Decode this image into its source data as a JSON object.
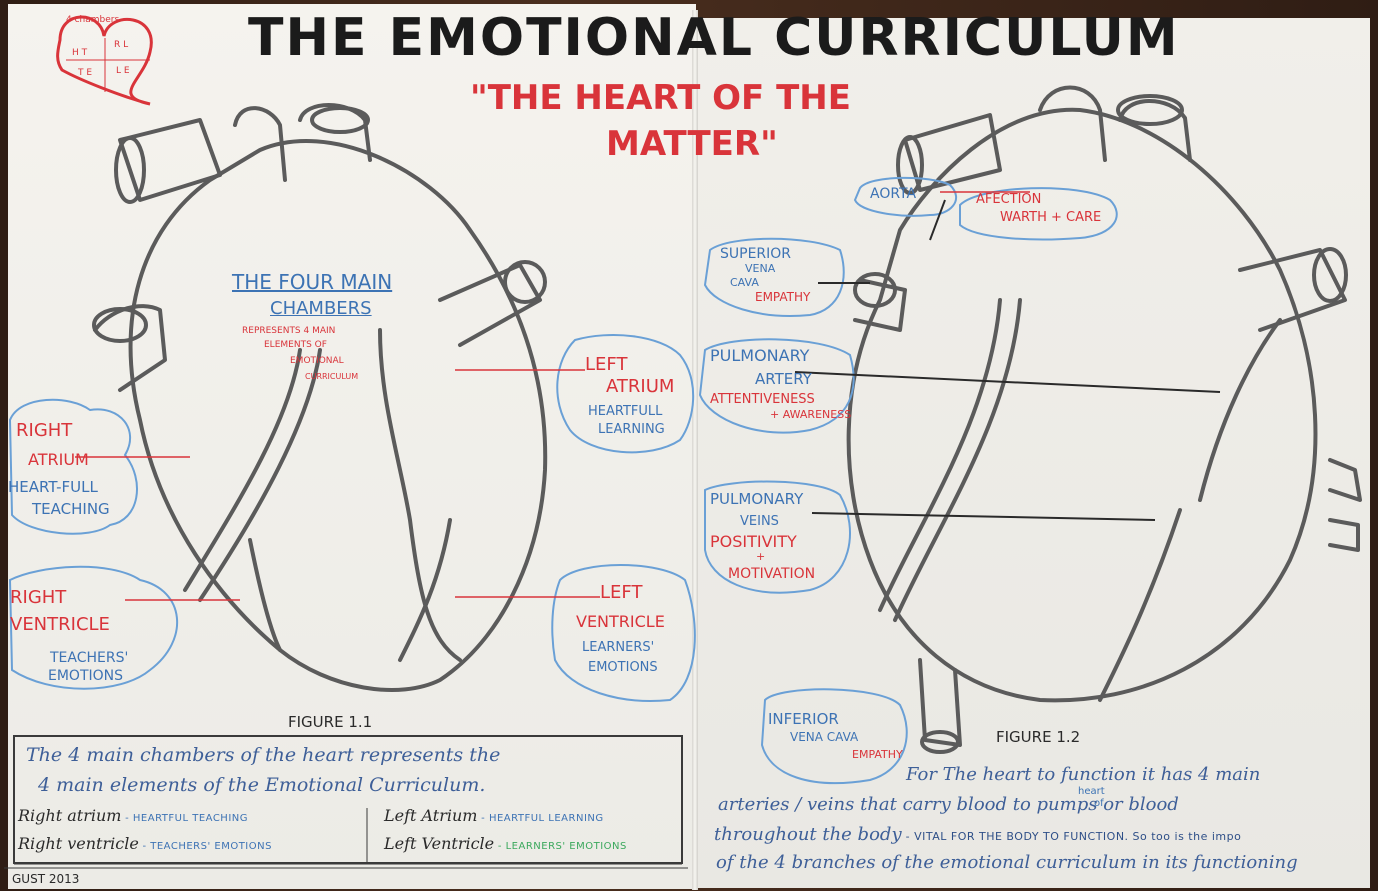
{
  "corner_heart": {
    "line1": "4 chambers",
    "cells": [
      "H T",
      "R L",
      "T E",
      "L E"
    ]
  },
  "title": "THE EMOTIONAL CURRICULUM",
  "subtitle_line1": "\"THE HEART OF THE",
  "subtitle_line2": "MATTER\"",
  "left_heart": {
    "chambers_title_1": "THE FOUR MAIN",
    "chambers_title_2": "CHAMBERS",
    "chambers_note": [
      "REPRESENTS 4 MAIN",
      "ELEMENTS OF",
      "EMOTIONAL",
      "CURRICULUM"
    ],
    "right_atrium": {
      "title": "RIGHT",
      "title2": "ATRIUM",
      "desc1": "HEART-FULL",
      "desc2": "TEACHING"
    },
    "right_ventricle": {
      "title": "RIGHT",
      "title2": "VENTRICLE",
      "desc1": "TEACHERS'",
      "desc2": "EMOTIONS"
    },
    "left_atrium": {
      "title": "LEFT",
      "title2": "ATRIUM",
      "desc1": "HEARTFULL",
      "desc2": "LEARNING"
    },
    "left_ventricle": {
      "title": "LEFT",
      "title2": "VENTRICLE",
      "desc1": "LEARNERS'",
      "desc2": "EMOTIONS"
    },
    "figure_label": "FIGURE 1.1"
  },
  "right_heart": {
    "aorta": "AORTA",
    "aorta_note1": "AFECTION",
    "aorta_note2": "WARTH + CARE",
    "svc_1": "SUPERIOR",
    "svc_2": "VENA",
    "svc_3": "CAVA",
    "svc_note": "EMPATHY",
    "pa_1": "PULMONARY",
    "pa_2": "ARTERY",
    "pa_note1": "ATTENTIVENESS",
    "pa_note2": "+ AWARENESS",
    "pv_1": "PULMONARY",
    "pv_2": "VEINS",
    "pv_note1": "POSITIVITY",
    "pv_plus": "+",
    "pv_note2": "MOTIVATION",
    "ivc_1": "INFERIOR",
    "ivc_2": "VENA CAVA",
    "ivc_note": "EMPATHY",
    "figure_label": "FIGURE 1.2"
  },
  "box_notes": {
    "line1": "The 4 main chambers of the heart represents the",
    "line2": "4 main elements of the     Emotional Curriculum.",
    "row3_left_a": "Right atrium",
    "row3_left_b": " - HEARTFUL TEACHING",
    "row3_right_a": "Left Atrium",
    "row3_right_b": " - HEARTFUL LEARNING",
    "row4_left_a": "Right ventricle",
    "row4_left_b": " - TEACHERS' EMOTIONS",
    "row4_right_a": "Left Ventricle",
    "row4_right_b": " - LEARNERS' EMOTIONS"
  },
  "footer_left": "GUST 2013",
  "right_notes": {
    "line1": "For The heart to function it has 4 main",
    "line2": "arteries / veins  that carry blood to     pumps  or  blood",
    "insert_word": "heart",
    "insert_of": "of",
    "line3a": "throughout  the body",
    "line3b": " - VITAL FOR THE BODY TO FUNCTION. So too is the impo",
    "line4": "of the 4 branches of the emotional curriculum in its functioning"
  },
  "colors": {
    "red": "#d9343a",
    "blue": "#3d73b4",
    "pencil": "#5b5b5b"
  }
}
